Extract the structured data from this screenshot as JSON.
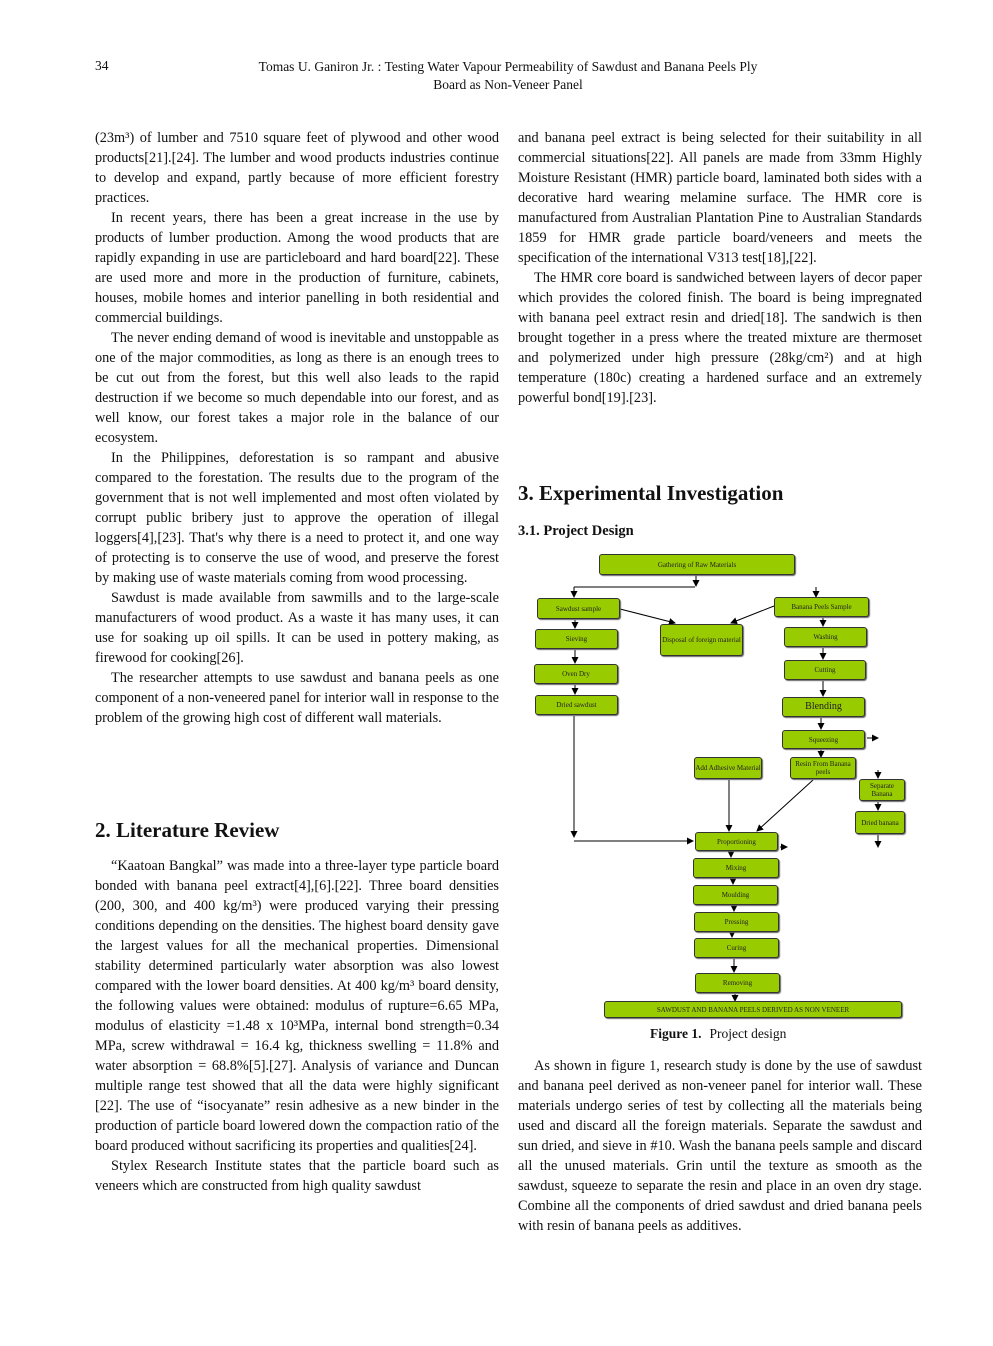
{
  "header": {
    "page_number": "34",
    "title_line1": "Tomas U. Ganiron Jr. :   Testing Water Vapour Permeability of Sawdust and Banana Peels Ply",
    "title_line2": "Board as Non-Veneer Panel"
  },
  "left": {
    "paragraphs_top": [
      "(23m³) of lumber and 7510 square feet of plywood and other wood products[21].[24]. The lumber and wood products industries continue to develop and expand, partly because of more efficient forestry practices.",
      "In recent years, there has been a great increase in the use by products of lumber production. Among the wood products that are rapidly expanding in use are particleboard and hard board[22]. These are used more and more in the production of furniture, cabinets, houses, mobile homes and interior panelling in both residential and commercial buildings.",
      "The never ending demand of wood is inevitable and unstoppable as one of the major commodities, as long as there is an enough trees to be cut out from the forest, but this well also leads to the rapid destruction if we become so much dependable into our forest, and as well know, our forest takes a major role in the balance of our ecosystem.",
      "In the Philippines, deforestation is so rampant and abusive compared to the forestation. The results due to the program of the government that is not well implemented and most often violated by corrupt public bribery just to approve the operation of illegal loggers[4],[23]. That's why there is a need to protect it, and one way of protecting is to conserve the use of wood, and preserve the forest by making use of waste materials coming from wood processing.",
      "Sawdust is made available from sawmills and to the large-scale manufacturers of wood product. As a waste it has many uses, it can use for soaking up oil spills. It can be used in pottery making, as firewood for cooking[26].",
      "The researcher attempts to use sawdust and banana peels as one component of a non-veneered panel for interior wall in response to the problem of the growing high cost of different wall materials."
    ],
    "section2_heading": "2. Literature Review",
    "paragraphs_bottom": [
      "“Kaatoan Bangkal” was made into a three-layer type particle board bonded with banana peel extract[4],[6].[22]. Three board densities (200, 300, and 400 kg/m³) were produced varying their pressing conditions depending on the densities. The highest board density gave the largest values for all the mechanical properties. Dimensional stability determined particularly water absorption was also lowest compared with the lower board densities. At 400 kg/m³ board density, the following values were obtained: modulus of rupture=6.65 MPa, modulus of elasticity =1.48 x 10³MPa, internal bond strength=0.34 MPa, screw withdrawal = 16.4 kg, thickness swelling = 11.8% and water absorption = 68.8%[5].[27]. Analysis of variance and Duncan multiple range test showed that all the data were highly significant [22]. The use of “isocyanate” resin adhesive as a new binder in the production of particle board lowered down the compaction ratio of the board produced without sacrificing its properties and qualities[24].",
      "Stylex Research Institute states that the particle board such as veneers which are constructed from high quality sawdust"
    ]
  },
  "right": {
    "paragraphs_top": [
      "and banana peel extract is being selected for their suitability in all commercial situations[22]. All panels are made from 33mm Highly Moisture Resistant (HMR) particle board, laminated both sides with a decorative hard wearing melamine surface. The HMR core is manufactured from Australian Plantation Pine to Australian Standards 1859 for HMR grade particle board/veneers and meets the specification of the international V313 test[18],[22].",
      "The HMR core board is sandwiched between layers of decor paper which provides the colored finish. The board is being impregnated with banana peel extract resin and dried[18]. The sandwich is then brought together in a press where the treated mixture are thermoset and polymerized under high pressure (28kg/cm²) and at high temperature (180c) creating a hardened surface and an extremely powerful bond[19].[23]."
    ],
    "section3_heading": "3. Experimental Investigation",
    "subsection_heading": "3.1. Project Design",
    "figure": {
      "boxes": {
        "gathering": "Gathering of Raw Materials",
        "sawdust_sample": "Sawdust sample",
        "sieving": "Sieving",
        "oven_dry": "Oven Dry",
        "dried_sawdust": "Dried sawdust",
        "disposal": "Disposal of foreign material",
        "banana_sample": "Banana Peels Sample",
        "washing": "Washing",
        "cutting": "Cutting",
        "blending": "Blending",
        "squeezing": "Squeezing",
        "add_adhesive": "Add Adhesive Material",
        "resin": "Resin From Banana peels",
        "separate_banana": "Separate Banana",
        "dried_banana": "Dried banana",
        "proportioning": "Proportioning",
        "mixing": "Mixing",
        "moulding": "Moulding",
        "pressing": "Pressing",
        "curing": "Curing",
        "removing": "Removing",
        "final": "SAWDUST AND BANANA PEELS DERIVED AS NON VENEER"
      },
      "caption_label": "Figure 1.",
      "caption_text": "Project design",
      "box_color": "#99cc00"
    },
    "paragraphs_bottom": [
      "As shown in figure 1, research study is done by the use of sawdust and banana peel derived as non-veneer panel for interior wall. These materials undergo series of test by collecting all the materials being used and discard all the foreign materials. Separate the sawdust and sun dried, and sieve in #10. Wash the banana peels sample and discard all the unused materials. Grin until the texture as smooth as the sawdust, squeeze to separate the resin and place in an oven dry stage. Combine all the components of dried sawdust and dried banana peels with resin of banana peels as additives."
    ]
  }
}
